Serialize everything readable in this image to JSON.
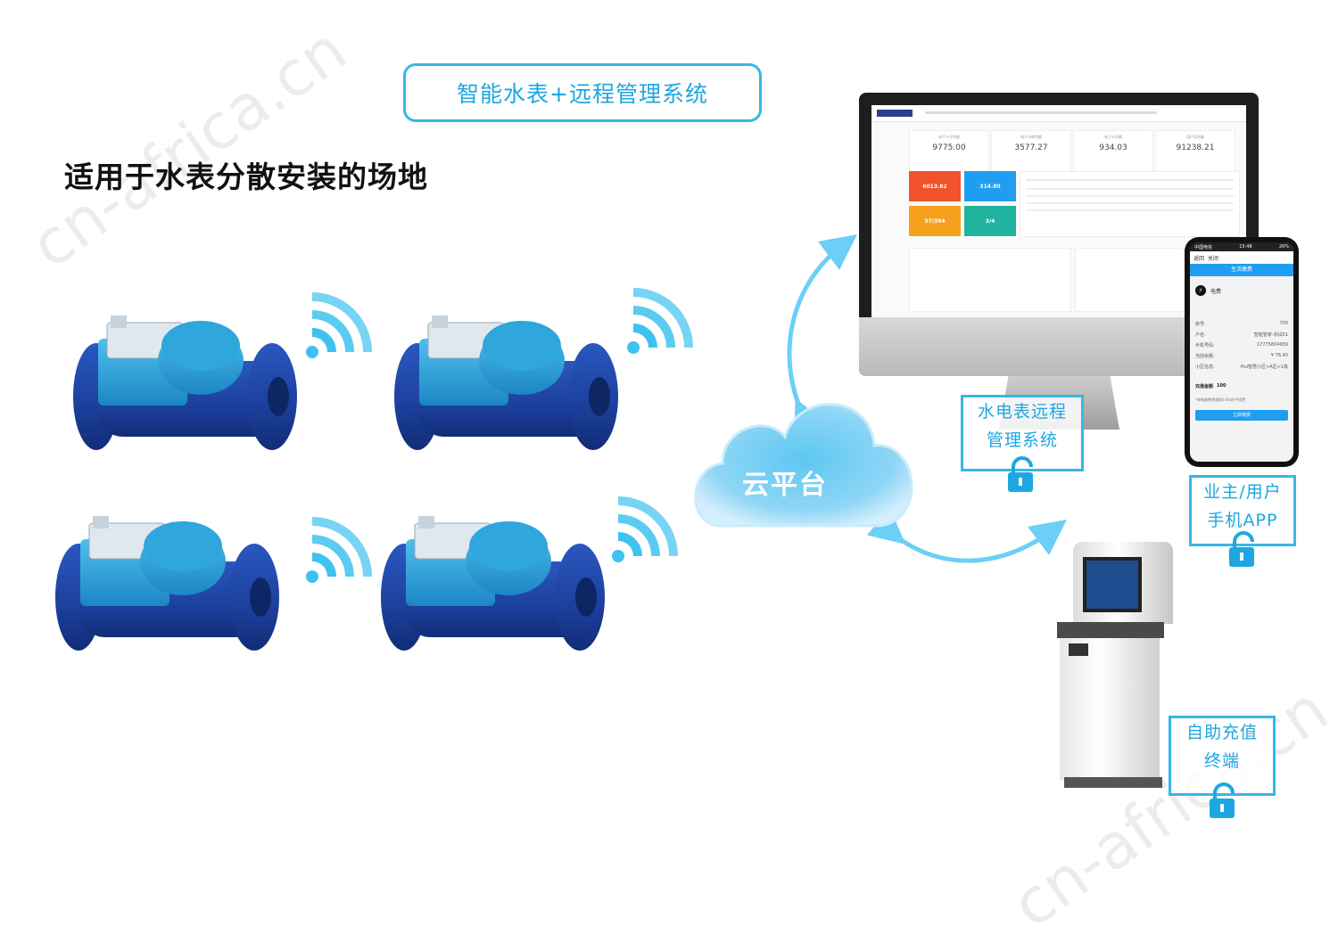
{
  "title": "智能水表+远程管理系统",
  "heading": "适用于水表分散安装的场地",
  "watermark": "cn-africa.cn",
  "cloud_label": "云平台",
  "labels": {
    "management": [
      "水电表远程",
      "管理系统"
    ],
    "app": [
      "业主/用户",
      "手机APP"
    ],
    "kiosk": [
      "自助充值",
      "终端"
    ]
  },
  "dashboard": {
    "stats": [
      {
        "title": "电子卡号余额",
        "value": "9775.00"
      },
      {
        "title": "电子卡剩余额",
        "value": "3577.27"
      },
      {
        "title": "电子卡总额",
        "value": "934.03"
      },
      {
        "title": "用户总余额",
        "value": "91238.21"
      }
    ],
    "tiles": [
      {
        "value": "6013.62",
        "color": "#f0522b"
      },
      {
        "value": "314.80",
        "color": "#1f9ef0"
      },
      {
        "value": "97/394",
        "color": "#f5a11c"
      },
      {
        "value": "3/4",
        "color": "#22b3a0"
      }
    ]
  },
  "phone": {
    "carrier": "中国电信",
    "time": "15:48",
    "battery": "26%",
    "nav_back": "返回",
    "nav_close": "关闭",
    "header": "生活缴费",
    "service": "电费",
    "rows": [
      {
        "k": "房号:",
        "v": "705"
      },
      {
        "k": "户名:",
        "v": "智能管家-测试01"
      },
      {
        "k": "手机号码:",
        "v": "17775804959"
      },
      {
        "k": "当前余额:",
        "v": "¥ 76.40"
      },
      {
        "k": "小区信息:",
        "v": "Hui智慧小区>A区>1栋"
      }
    ],
    "amount_label": "充值金额",
    "amount": "100",
    "note": "*每笔缴费将收取0.6%的手续费",
    "pay_button": "立即缴费"
  },
  "colors": {
    "accent": "#1ea6e0",
    "meter_body": "#1f47a8",
    "meter_cover": "#36a8d8",
    "wifi": "#3fc2ef"
  }
}
